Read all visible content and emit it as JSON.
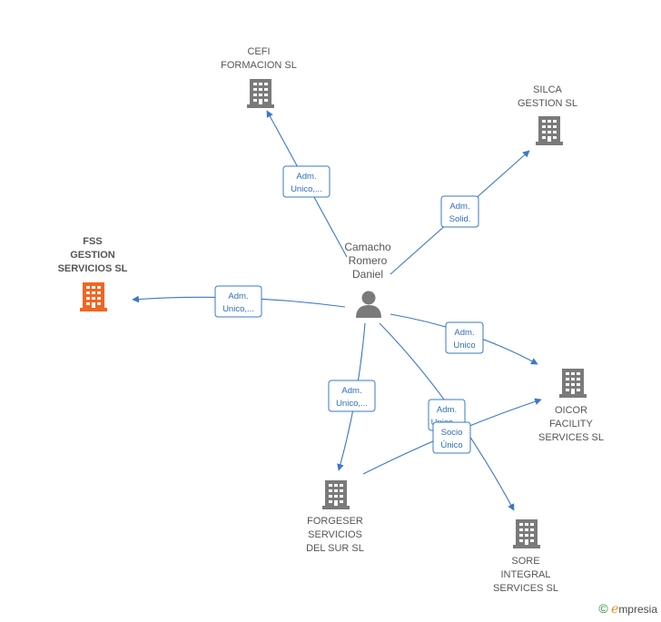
{
  "colors": {
    "edge": "#3a78c9",
    "building": "#7a7a7a",
    "highlight": "#f26522",
    "person": "#7a7a7a"
  },
  "person": {
    "lines": [
      "Camacho",
      "Romero",
      "Daniel"
    ],
    "icon": "person-icon"
  },
  "companies": [
    {
      "id": "cefi",
      "lines": [
        "CEFI",
        "FORMACION  SL"
      ],
      "highlight": false
    },
    {
      "id": "silca",
      "lines": [
        "SILCA",
        "GESTION  SL"
      ],
      "highlight": false
    },
    {
      "id": "fss",
      "lines": [
        "FSS",
        "GESTION",
        "SERVICIOS  SL"
      ],
      "highlight": true
    },
    {
      "id": "oicor",
      "lines": [
        "OICOR",
        "FACILITY",
        "SERVICES  SL"
      ],
      "highlight": false
    },
    {
      "id": "forgeser",
      "lines": [
        "FORGESER",
        "SERVICIOS",
        "DEL SUR  SL"
      ],
      "highlight": false
    },
    {
      "id": "sore",
      "lines": [
        "SORE",
        "INTEGRAL",
        "SERVICES  SL"
      ],
      "highlight": false
    }
  ],
  "edges": [
    {
      "id": "e-cefi",
      "lines": [
        "Adm.",
        "Unico,..."
      ]
    },
    {
      "id": "e-silca",
      "lines": [
        "Adm.",
        "Solid."
      ]
    },
    {
      "id": "e-fss",
      "lines": [
        "Adm.",
        "Unico,..."
      ]
    },
    {
      "id": "e-oicor",
      "lines": [
        "Adm.",
        "Unico"
      ]
    },
    {
      "id": "e-forgeser",
      "lines": [
        "Adm.",
        "Unico,..."
      ]
    },
    {
      "id": "e-sore",
      "lines": [
        "Adm.",
        "Unico,..."
      ]
    },
    {
      "id": "e-forgeser-oicor",
      "lines": [
        "Socio",
        "Único"
      ]
    }
  ],
  "brand": {
    "copyright": "©",
    "e": "e",
    "rest": "mpresia"
  }
}
